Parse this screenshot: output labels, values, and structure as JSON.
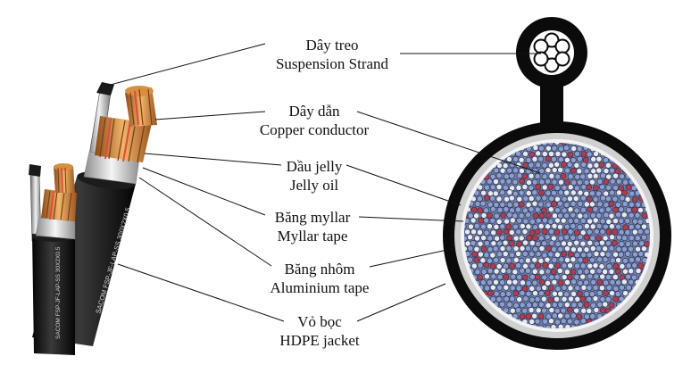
{
  "labels": [
    {
      "vi": "Dây treo",
      "en": "Suspension Strand"
    },
    {
      "vi": "Dây dẫn",
      "en": "Copper conductor"
    },
    {
      "vi": "Dầu jelly",
      "en": "Jelly oil"
    },
    {
      "vi": "Băng myllar",
      "en": "Myllar tape"
    },
    {
      "vi": "Băng nhôm",
      "en": "Aluminium tape"
    },
    {
      "vi": "Vỏ bọc",
      "en": "HDPE jacket"
    }
  ],
  "cable_prints": {
    "front": "SACOM FSP-JF-LAP-SS 30X2X0.5",
    "back": "SACOM FSP-JF-LAP-SS 300X2X0.5"
  },
  "colors": {
    "jacket": "#0b0b0b",
    "aluminium": "#d9d9d9",
    "mylar": "#f4f4f4",
    "copper": "#c77a2e",
    "pair_blue": "#8d9ed0",
    "pair_red": "#b73a4a",
    "pair_white": "#e8eaf3"
  }
}
